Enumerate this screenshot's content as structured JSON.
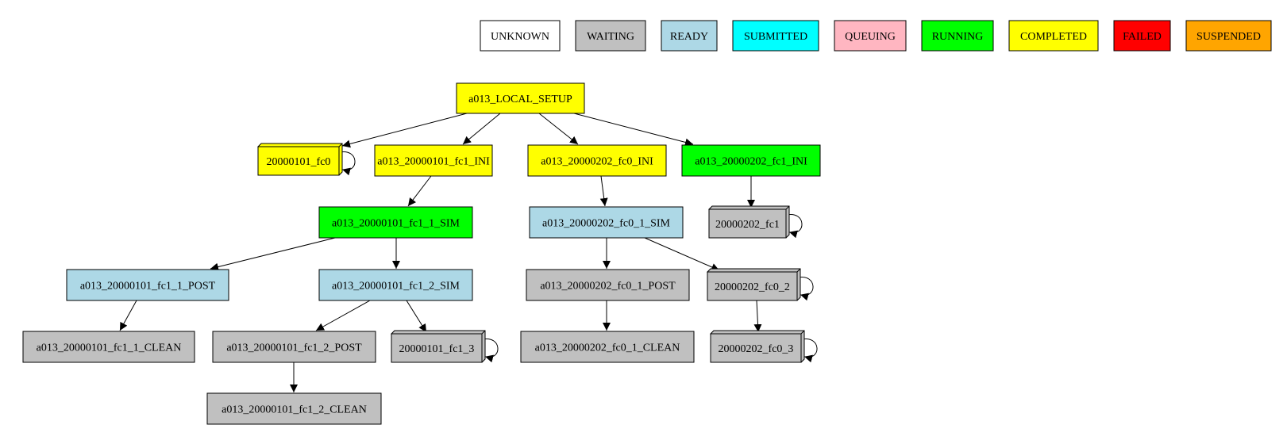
{
  "legend": [
    {
      "id": "unknown",
      "label": "UNKNOWN",
      "color": "#ffffff"
    },
    {
      "id": "waiting",
      "label": "WAITING",
      "color": "#c0c0c0"
    },
    {
      "id": "ready",
      "label": "READY",
      "color": "#add8e6"
    },
    {
      "id": "submitted",
      "label": "SUBMITTED",
      "color": "#00ffff"
    },
    {
      "id": "queuing",
      "label": "QUEUING",
      "color": "#ffb6c1"
    },
    {
      "id": "running",
      "label": "RUNNING",
      "color": "#00ff00"
    },
    {
      "id": "completed",
      "label": "COMPLETED",
      "color": "#ffff00"
    },
    {
      "id": "failed",
      "label": "FAILED",
      "color": "#ff0000"
    },
    {
      "id": "suspended",
      "label": "SUSPENDED",
      "color": "#ffa500"
    }
  ],
  "nodes": [
    {
      "id": "local_setup",
      "label": "a013_LOCAL_SETUP",
      "status": "completed",
      "shape": "box"
    },
    {
      "id": "fc0_2000",
      "label": "20000101_fc0",
      "status": "completed",
      "shape": "box3d"
    },
    {
      "id": "ini_2000_fc1",
      "label": "a013_20000101_fc1_INI",
      "status": "completed",
      "shape": "box"
    },
    {
      "id": "ini_2002_fc0",
      "label": "a013_20000202_fc0_INI",
      "status": "completed",
      "shape": "box"
    },
    {
      "id": "ini_2002_fc1",
      "label": "a013_20000202_fc1_INI",
      "status": "running",
      "shape": "box"
    },
    {
      "id": "sim_2000_fc1_1",
      "label": "a013_20000101_fc1_1_SIM",
      "status": "running",
      "shape": "box"
    },
    {
      "id": "sim_2002_fc0_1",
      "label": "a013_20000202_fc0_1_SIM",
      "status": "ready",
      "shape": "box"
    },
    {
      "id": "fc1_2002",
      "label": "20000202_fc1",
      "status": "waiting",
      "shape": "box3d"
    },
    {
      "id": "post_2000_fc1_1",
      "label": "a013_20000101_fc1_1_POST",
      "status": "ready",
      "shape": "box"
    },
    {
      "id": "sim_2000_fc1_2",
      "label": "a013_20000101_fc1_2_SIM",
      "status": "ready",
      "shape": "box"
    },
    {
      "id": "post_2002_fc0_1",
      "label": "a013_20000202_fc0_1_POST",
      "status": "waiting",
      "shape": "box"
    },
    {
      "id": "fc0_2_2002",
      "label": "20000202_fc0_2",
      "status": "waiting",
      "shape": "box3d"
    },
    {
      "id": "clean_2000_fc1_1",
      "label": "a013_20000101_fc1_1_CLEAN",
      "status": "waiting",
      "shape": "box"
    },
    {
      "id": "post_2000_fc1_2",
      "label": "a013_20000101_fc1_2_POST",
      "status": "waiting",
      "shape": "box"
    },
    {
      "id": "fc1_3_2000",
      "label": "20000101_fc1_3",
      "status": "waiting",
      "shape": "box3d"
    },
    {
      "id": "clean_2002_fc0_1",
      "label": "a013_20000202_fc0_1_CLEAN",
      "status": "waiting",
      "shape": "box"
    },
    {
      "id": "fc0_3_2002",
      "label": "20000202_fc0_3",
      "status": "waiting",
      "shape": "box3d"
    },
    {
      "id": "clean_2000_fc1_2",
      "label": "a013_20000101_fc1_2_CLEAN",
      "status": "waiting",
      "shape": "box"
    }
  ],
  "edges": [
    {
      "from": "local_setup",
      "to": "fc0_2000"
    },
    {
      "from": "local_setup",
      "to": "ini_2000_fc1"
    },
    {
      "from": "local_setup",
      "to": "ini_2002_fc0"
    },
    {
      "from": "local_setup",
      "to": "ini_2002_fc1"
    },
    {
      "from": "ini_2000_fc1",
      "to": "sim_2000_fc1_1"
    },
    {
      "from": "ini_2002_fc0",
      "to": "sim_2002_fc0_1"
    },
    {
      "from": "ini_2002_fc1",
      "to": "fc1_2002"
    },
    {
      "from": "sim_2000_fc1_1",
      "to": "post_2000_fc1_1"
    },
    {
      "from": "sim_2000_fc1_1",
      "to": "sim_2000_fc1_2"
    },
    {
      "from": "sim_2002_fc0_1",
      "to": "post_2002_fc0_1"
    },
    {
      "from": "sim_2002_fc0_1",
      "to": "fc0_2_2002"
    },
    {
      "from": "post_2000_fc1_1",
      "to": "clean_2000_fc1_1"
    },
    {
      "from": "sim_2000_fc1_2",
      "to": "post_2000_fc1_2"
    },
    {
      "from": "sim_2000_fc1_2",
      "to": "fc1_3_2000"
    },
    {
      "from": "post_2002_fc0_1",
      "to": "clean_2002_fc0_1"
    },
    {
      "from": "fc0_2_2002",
      "to": "fc0_3_2002"
    },
    {
      "from": "post_2000_fc1_2",
      "to": "clean_2000_fc1_2"
    },
    {
      "from": "fc0_2000",
      "to": "fc0_2000"
    },
    {
      "from": "fc1_2002",
      "to": "fc1_2002"
    },
    {
      "from": "fc0_2_2002",
      "to": "fc0_2_2002"
    },
    {
      "from": "fc1_3_2000",
      "to": "fc1_3_2000"
    },
    {
      "from": "fc0_3_2002",
      "to": "fc0_3_2002"
    }
  ]
}
